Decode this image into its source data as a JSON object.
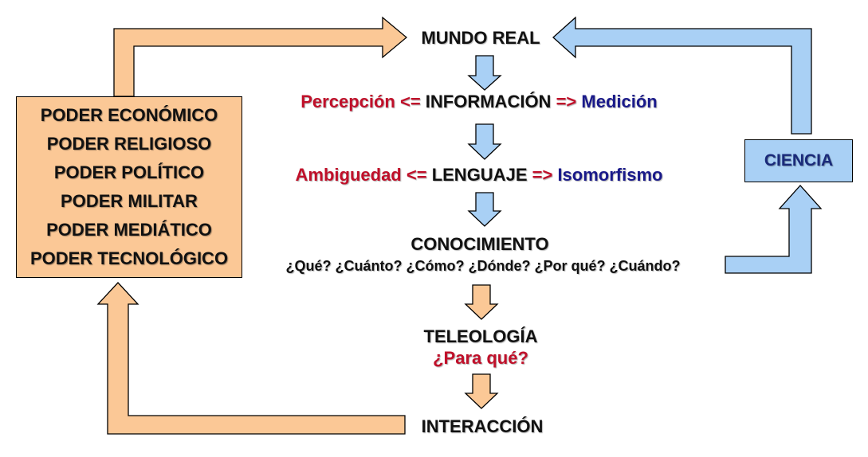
{
  "colors": {
    "blue_fill": "#a9d0f5",
    "orange_fill": "#fbc896",
    "red_text": "#c0102a",
    "navy_text": "#1a1a8a",
    "black_text": "#111111"
  },
  "powers": {
    "items": [
      "PODER ECONÓMICO",
      "PODER RELIGIOSO",
      "PODER POLÍTICO",
      "PODER MILITAR",
      "PODER MEDIÁTICO",
      "PODER TECNOLÓGICO"
    ]
  },
  "ciencia": "CIENCIA",
  "flow": {
    "mundo_real": "MUNDO REAL",
    "informacion": {
      "left": "Percepción <=",
      "center": "INFORMACIÓN",
      "right_arrow": "=>",
      "right": "Medición"
    },
    "lenguaje": {
      "left": "Ambiguedad <=",
      "center": "LENGUAJE",
      "right_arrow": "=>",
      "right": "Isomorfismo"
    },
    "conocimiento": {
      "title": "CONOCIMIENTO",
      "questions": "¿Qué? ¿Cuánto? ¿Cómo? ¿Dónde? ¿Por qué? ¿Cuándo?"
    },
    "teleologia": {
      "title": "TELEOLOGÍA",
      "question": "¿Para qué?"
    },
    "interaccion": "INTERACCIÓN"
  }
}
